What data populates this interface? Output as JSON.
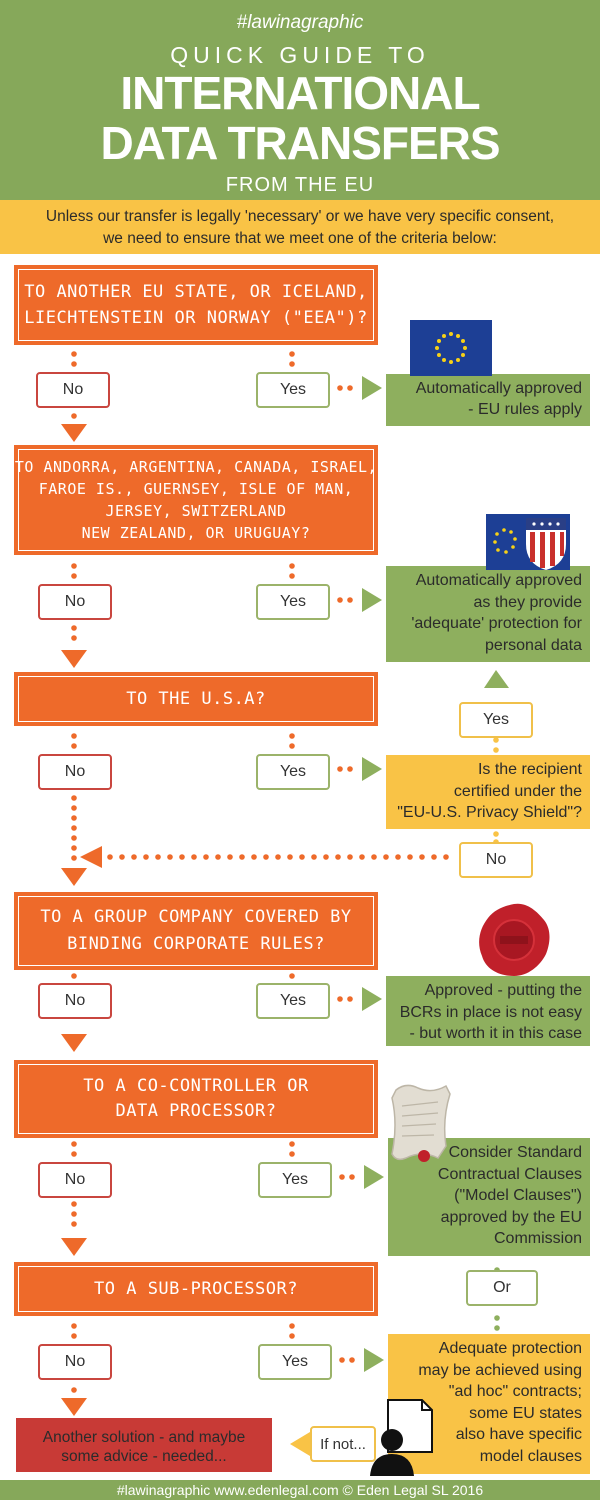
{
  "header": {
    "hashtag": "#lawinagraphic",
    "subtitle": "QUICK GUIDE TO",
    "title_line1": "INTERNATIONAL",
    "title_line2": "DATA TRANSFERS",
    "from": "FROM THE EU"
  },
  "intro": {
    "line1": "Unless our transfer is legally 'necessary' or we have very specific consent,",
    "line2": "we need to ensure that we meet one of the criteria below:"
  },
  "questions": {
    "q1": "TO ANOTHER EU STATE, OR ICELAND,\nLIECHTENSTEIN OR NORWAY (\"EEA\")?",
    "q2": "TO ANDORRA, ARGENTINA, CANADA, ISRAEL,\nFAROE IS., GUERNSEY, ISLE OF MAN,\nJERSEY, SWITZERLAND\nNEW ZEALAND, OR URUGUAY?",
    "q3": "TO THE U.S.A?",
    "q4": "TO A GROUP COMPANY COVERED BY\nBINDING CORPORATE RULES?",
    "q5": "TO A CO-CONTROLLER OR\nDATA PROCESSOR?",
    "q6": "TO A SUB-PROCESSOR?"
  },
  "labels": {
    "no": "No",
    "yes": "Yes",
    "or": "Or",
    "if_not": "If not..."
  },
  "outcomes": {
    "eu": "Automatically approved\n- EU rules apply",
    "adequate": "Automatically approved\nas they provide\n'adequate' protection for\npersonal data",
    "privacy_shield": "Is the recipient\ncertified under the\n\"EU-U.S. Privacy Shield\"?",
    "bcr": "Approved - putting the\nBCRs in place is not easy\n- but worth it in this case",
    "model_clauses": "Consider Standard\nContractual Clauses\n(\"Model Clauses\")\napproved by the EU\nCommission",
    "ad_hoc": "Adequate protection\nmay be achieved using\n\"ad hoc\" contracts;\nsome EU states\nalso have specific\nmodel clauses",
    "another": "Another solution - and maybe\nsome advice - needed..."
  },
  "footer": "#lawinagraphic   www.edenlegal.com   © Eden Legal SL 2016",
  "colors": {
    "header_green": "#86a85a",
    "question_orange": "#ee6a2a",
    "outcome_green": "#8eaf5e",
    "outcome_yellow": "#f9c346",
    "no_red": "#c9463f",
    "eu_blue": "#1d3f95"
  },
  "icons": [
    "eu-flag-icon",
    "eu-us-flag-icon",
    "wax-seal-icon",
    "scroll-icon",
    "person-document-icon"
  ]
}
